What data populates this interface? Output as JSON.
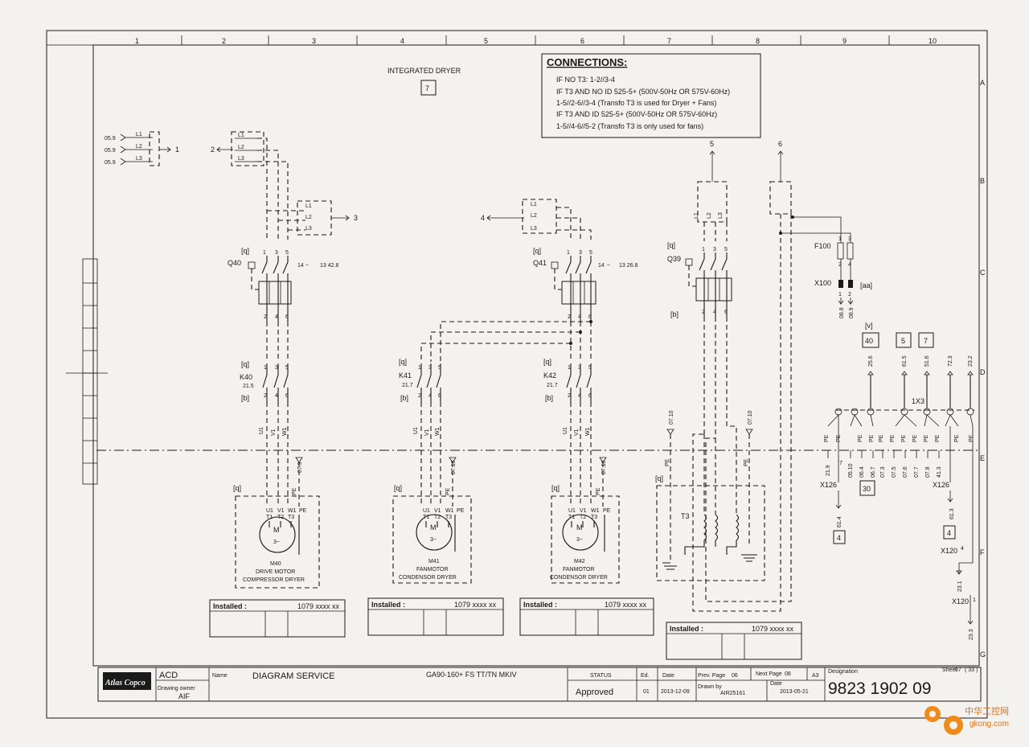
{
  "column_numbers": [
    "1",
    "2",
    "3",
    "4",
    "5",
    "6",
    "7",
    "8",
    "9",
    "10"
  ],
  "row_letters": [
    "A",
    "B",
    "C",
    "D",
    "E",
    "F",
    "G"
  ],
  "integrated_dryer": {
    "title": "INTEGRATED DRYER",
    "ref": "7"
  },
  "connections": {
    "title": "CONNECTIONS:",
    "lines": [
      "IF NO T3: 1-2//3-4",
      "IF T3 AND NO ID 525-5+ (500V-50Hz OR 575V-60Hz)",
      "1-5//2-6//3-4 (Transfo T3 is used for Dryer + Fans)",
      "IF T3 AND ID 525-5+ (500V-50Hz OR 575V-60Hz)",
      "1-5//4-6//5-2 (Transfo T3 is only used for fans)"
    ]
  },
  "phase_refs": [
    "05.9",
    "05.9",
    "05.9"
  ],
  "phases": [
    "L1",
    "L2",
    "L3"
  ],
  "bus_arrows": {
    "a1": "1",
    "a2": "2",
    "a3": "3",
    "a4": "4",
    "a5": "5",
    "a6": "6"
  },
  "tags": {
    "q": "[q]",
    "b": "[b]",
    "v": "[v]",
    "aa": "[aa]"
  },
  "terminals": {
    "t1": "1",
    "t3": "3",
    "t5": "5",
    "t2": "2",
    "t4": "4",
    "t6": "6",
    "u1": "U1",
    "v1": "V1",
    "w1": "W1",
    "pe": "PE",
    "t1b": "T1",
    "t2b": "T2",
    "t3b": "T3",
    "m": "M",
    "m3": "3~"
  },
  "q40": {
    "tag": "Q40",
    "aux": "14",
    "aux_ref": "13 42.8"
  },
  "q41": {
    "tag": "Q41",
    "aux": "14",
    "aux_ref": "13 26.8"
  },
  "q39": {
    "tag": "Q39"
  },
  "k40": {
    "tag": "K40",
    "ref": "21.5"
  },
  "k41": {
    "tag": "K41",
    "ref": "21.7"
  },
  "k42": {
    "tag": "K42",
    "ref": "21.7"
  },
  "pe_refs": {
    "m40": "07.9",
    "m41": "07.10",
    "m42": "07.10",
    "t3a": "07.10",
    "t3b": "07.10"
  },
  "motors": [
    {
      "id": "M40",
      "line1": "DRIVE MOTOR",
      "line2": "COMPRESSOR DRYER"
    },
    {
      "id": "M41",
      "line1": "FANMOTOR",
      "line2": "CONDENSOR DRYER"
    },
    {
      "id": "M42",
      "line1": "FANMOTOR",
      "line2": "CONDENSOR DRYER"
    }
  ],
  "transformer": "T3",
  "fuse": {
    "tag": "F100",
    "in1": "1",
    "in3": "3",
    "out2": "2",
    "out4": "4"
  },
  "x100": {
    "tag": "X100",
    "p1": "1",
    "p2": "2",
    "r1": "08.8",
    "r2": "08.9"
  },
  "x1x3": {
    "tag": "1X3",
    "top_refs": [
      "25.6",
      "61.5",
      "51.6",
      "72.3",
      "23.2"
    ],
    "bottom_refs": [
      "21.9",
      "05.10",
      "06.4",
      "06.7",
      "07.3",
      "07.5",
      "07.6",
      "07.7",
      "07.8",
      "41.3"
    ],
    "boxes": [
      "40",
      "5",
      "7",
      "30"
    ]
  },
  "x126": {
    "tag": "X126",
    "p7": "7",
    "r_left": "61.4",
    "r_right": "61.3",
    "box_left": "4",
    "box_right": "4"
  },
  "x120": {
    "tag": "X120",
    "p4": "4",
    "p1": "1",
    "r1": "23.1",
    "r2": "23.3"
  },
  "installed": [
    {
      "label": "Installed :",
      "code": "1079 xxxx xx"
    },
    {
      "label": "Installed :",
      "code": "1079 xxxx xx"
    },
    {
      "label": "Installed :",
      "code": "1079 xxxx xx"
    },
    {
      "label": "Installed :",
      "code": "1079 xxxx xx"
    }
  ],
  "title_block": {
    "brand": "Atlas Copco",
    "dept": "ACD",
    "owner_label": "Drawing owner",
    "owner": "AIF",
    "name_label": "Name",
    "name": "DIAGRAM SERVICE",
    "model": "GA90-160+ FS TT/TN MKIV",
    "status_label": "STATUS",
    "status": "Approved",
    "ed_label": "Ed.",
    "ed": "01",
    "date_label": "Date",
    "date": "2013-12-09",
    "prev_label": "Prev. Page",
    "prev": "06",
    "next_label": "Next Page",
    "next": "08",
    "size": "A3",
    "drawn_label": "Drawn by",
    "drawn": "AIR25161",
    "date2_label": "Date",
    "date2": "2013-05-21",
    "designation_label": "Designation",
    "designation": "9823 1902 09",
    "sheet_label": "Sheet",
    "sheet": "07",
    "sheets": "( 33 )"
  },
  "watermark": {
    "cn": "中华工控网",
    "url": "gkong.com"
  }
}
